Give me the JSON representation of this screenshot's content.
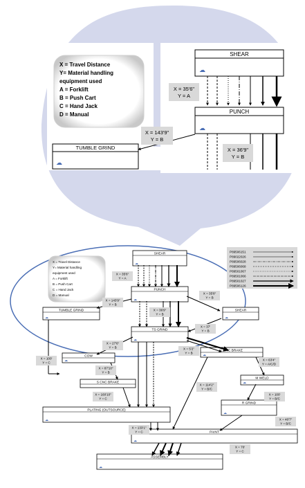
{
  "legend": {
    "lines": [
      "X = Travel Distance",
      "Y= Material handling",
      "equipment used",
      "A = Forklift",
      "B = Push Cart",
      "C = Hand Jack",
      "D = Manual"
    ]
  },
  "zoom": {
    "shear": "SHEAR",
    "punch": "PUNCH",
    "tumble": "TUMBLE GRIND",
    "lbl_shear_punch": [
      "X = 35'6\"",
      "Y = A"
    ],
    "lbl_punch_tumble": [
      "X = 143'9\"",
      "Y = B"
    ],
    "lbl_punch_down": [
      "X = 36'9\"",
      "Y = B"
    ]
  },
  "main": {
    "legend_small": [
      "X = Travel Distance",
      "Y= Material handling",
      "equipment used",
      "A = Forklift",
      "B = Push Cart",
      "C = Hand Jack",
      "D = Manual"
    ],
    "part_numbers": [
      "P89506151",
      "P89022026",
      "P89506028",
      "P89506068",
      "P89501067",
      "P89501066",
      "P89501027",
      "P89506126"
    ],
    "stations": {
      "shear": "SHEAR",
      "punch": "PUNCH",
      "tumble": "TUMBLE GRIND",
      "shear2": "SHEAR",
      "ts_grind": "TS GRIND",
      "lcnc": "L CNC BRAKE",
      "cow": "COW",
      "scnc": "S CNC BRAKE",
      "mweld": "M WELD",
      "rgrind": "R GRIND",
      "plating": "PLATING (OUTSOURCE)",
      "paint": "PAINT",
      "assembly": "ASSEMBLY"
    },
    "labels": {
      "shear_punch": [
        "X = 35'6\"",
        "Y = A"
      ],
      "punch_tumble": [
        "X = 143'9\"",
        "Y = B"
      ],
      "punch_ts": [
        "X = 36'9\"",
        "Y = B"
      ],
      "punch_shear2": [
        "X = 35'8\"",
        "Y = B"
      ],
      "shear2_ts": [
        "X = 37'",
        "Y = B"
      ],
      "ts_cow": [
        "X = 27'6\"",
        "Y = B"
      ],
      "tumble_cow": [
        "X = 100'",
        "Y = C"
      ],
      "cow_scnc": [
        "X = 87'10\"",
        "Y = B"
      ],
      "ts_lcnc": [
        "X = 5'2\"",
        "Y = B"
      ],
      "scnc_plating": [
        "X = 160'10\"",
        "Y = C"
      ],
      "lcnc_mweld": [
        "X = 63'4\"",
        "Y = A/C/D"
      ],
      "lcnc_paint": [
        "X = 114'2\"",
        "Y = B/C"
      ],
      "mweld_rgrind": [
        "X = 100'",
        "Y = B/C"
      ],
      "rgrind_paint": [
        "X = 40'7\"",
        "Y = B/C"
      ],
      "plating_paint": [
        "X = 133'1\"",
        "Y = C"
      ],
      "paint_assembly": [
        "X = 70'",
        "Y = C"
      ]
    }
  },
  "colors": {
    "bubble_fill": "#d4d8ec",
    "ellipse_stroke": "#4a6eb5",
    "label_fill": "#d9d9d9",
    "line": "#000000"
  }
}
